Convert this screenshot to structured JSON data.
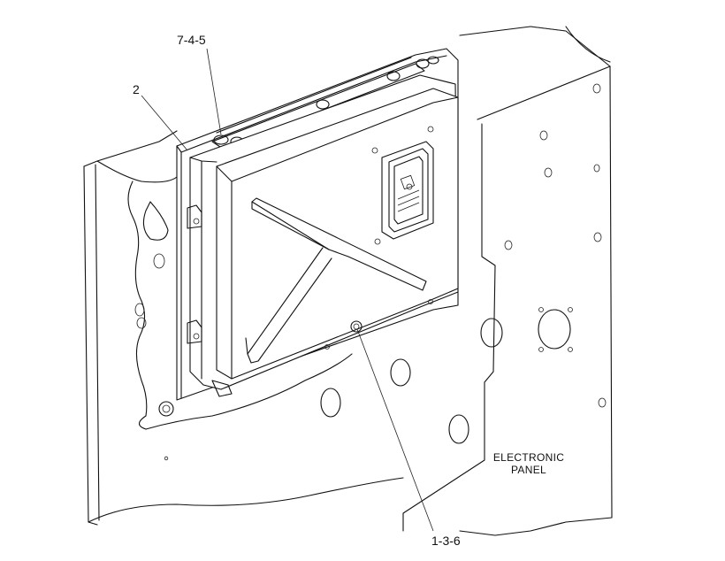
{
  "callouts": {
    "part_7_4_5": "7-4-5",
    "part_2": "2",
    "part_1_3_6": "1-3-6"
  },
  "panel_label": {
    "line1": "ELECTRONIC",
    "line2": "PANEL"
  }
}
